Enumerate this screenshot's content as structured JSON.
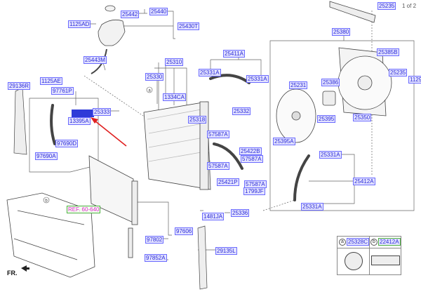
{
  "page_indicator": "1 of 2",
  "direction_marker": "FR.",
  "reference": "REF. 60-640",
  "callouts": {
    "a": "a",
    "b": "b"
  },
  "legend": {
    "a_part": "25328C",
    "b_part": "22412A"
  },
  "highlight_color": "#2f3bd8",
  "label_color": "#2a2ad8",
  "arrow_color": "#e02020",
  "parts": [
    "25442",
    "25440",
    "25430T",
    "1125AD",
    "25443M",
    "1125AE",
    "29136R",
    "97761P",
    "",
    "25333",
    "13395A",
    "97690D",
    "97690A",
    "25310",
    "25330",
    "1334CA",
    "25318",
    "25411A",
    "25331A",
    "25331A",
    "25332",
    "57587A",
    "25422B",
    "57587A",
    "57587A",
    "25421P",
    "57587A",
    "1799JF",
    "25336",
    "1481JA",
    "25235",
    "25380",
    "25385B",
    "25235",
    "1129",
    "25386",
    "25231",
    "25395",
    "25350",
    "25395A",
    "25331A",
    "25412A",
    "25331A",
    "97606",
    "97802",
    "97852A",
    "29135L"
  ]
}
